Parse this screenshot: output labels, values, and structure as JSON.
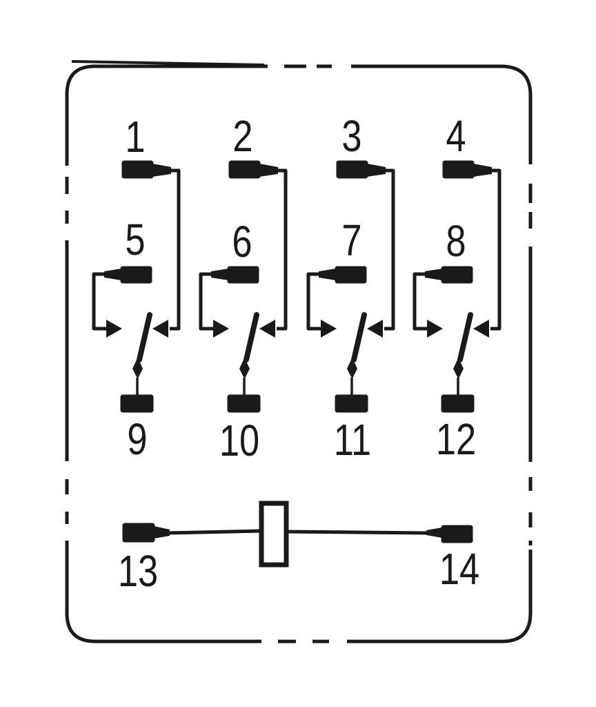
{
  "colors": {
    "ink": "#1a1a1a",
    "paper": "#ffffff"
  },
  "pin_labels": {
    "top_row": [
      "1",
      "2",
      "3",
      "4"
    ],
    "middle_row": [
      "5",
      "6",
      "7",
      "8"
    ],
    "bottom_row": [
      "9",
      "10",
      "11",
      "12"
    ],
    "coil_left": "13",
    "coil_right": "14"
  }
}
